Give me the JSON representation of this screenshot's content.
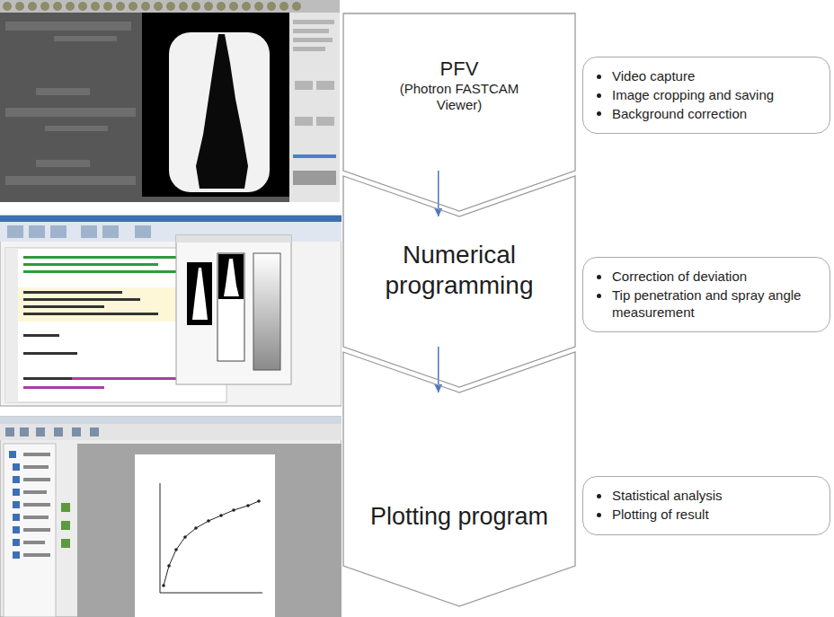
{
  "diagram": {
    "nodes": [
      {
        "text": [
          "PFV",
          "(Photron FASTCAM Viewer)"
        ]
      },
      {
        "text": [
          "Video capture",
          "Image cropping and saving",
          "Background correction"
        ]
      },
      {
        "text": [
          "Numerical programming"
        ]
      },
      {
        "text": [
          "Correction of deviation",
          "Tip penetration and spray angle measurement"
        ]
      },
      {
        "text": [
          "Plotting program"
        ]
      },
      {
        "text": [
          "Statistical analysis",
          "Plotting of result"
        ]
      }
    ],
    "edges": [
      {
        "from": 0,
        "to": 2,
        "arrow": "to"
      },
      {
        "from": 2,
        "to": 4,
        "arrow": "to"
      }
    ]
  }
}
